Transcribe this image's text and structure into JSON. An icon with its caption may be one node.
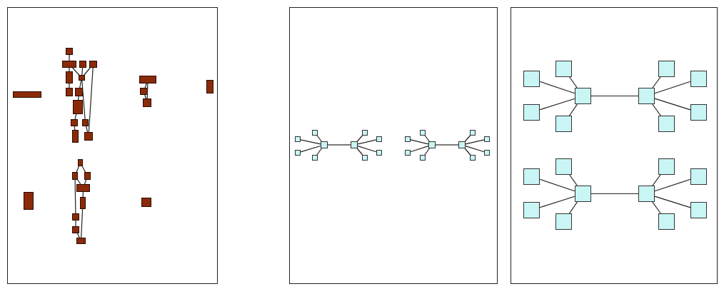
{
  "diagram": {
    "nodes": [
      {
        "text": [],
        "shape": "box"
      },
      {
        "text": [],
        "shape": "box",
        "in": 0
      },
      {
        "text": [],
        "shape": "box",
        "in": 0
      },
      {
        "text": [],
        "shape": "box",
        "in": 0
      },
      {
        "text": [],
        "shape": "box",
        "in": 0
      },
      {
        "text": [],
        "shape": "box",
        "in": 0
      },
      {
        "text": [],
        "shape": "box",
        "in": 0
      },
      {
        "text": [],
        "shape": "box",
        "in": 0
      },
      {
        "text": [],
        "shape": "box",
        "in": 0
      },
      {
        "text": [],
        "shape": "box",
        "in": 0
      },
      {
        "text": [],
        "shape": "box",
        "in": 0
      },
      {
        "text": [],
        "shape": "box",
        "in": 0
      },
      {
        "text": [],
        "shape": "box",
        "in": 0
      },
      {
        "text": [],
        "shape": "box",
        "in": 0
      },
      {
        "text": [],
        "shape": "box",
        "in": 0
      },
      {
        "text": [],
        "shape": "box",
        "in": 0
      },
      {
        "text": [],
        "shape": "box",
        "in": 0
      },
      {
        "text": [],
        "shape": "box",
        "in": 0
      },
      {
        "text": [],
        "shape": "box",
        "in": 0
      },
      {
        "text": [],
        "shape": "box",
        "in": 0
      },
      {
        "text": [],
        "shape": "box",
        "in": 0
      },
      {
        "text": [],
        "shape": "box",
        "in": 0
      },
      {
        "text": [],
        "shape": "box",
        "in": 0
      },
      {
        "text": [],
        "shape": "box",
        "in": 0
      },
      {
        "text": [],
        "shape": "box",
        "in": 0
      },
      {
        "text": [],
        "shape": "box",
        "in": 0
      },
      {
        "text": [],
        "shape": "box",
        "in": 0
      },
      {
        "text": [],
        "shape": "box",
        "in": 0
      },
      {
        "text": [],
        "shape": "box",
        "in": 0
      },
      {
        "text": [],
        "shape": "box"
      },
      {
        "text": [],
        "shape": "box",
        "in": 29
      },
      {
        "text": [],
        "shape": "box",
        "in": 29
      },
      {
        "text": [],
        "shape": "box",
        "in": 29
      },
      {
        "text": [],
        "shape": "box",
        "in": 29
      },
      {
        "text": [],
        "shape": "box",
        "in": 29
      },
      {
        "text": [],
        "shape": "box",
        "in": 29
      },
      {
        "text": [],
        "shape": "box",
        "in": 29
      },
      {
        "text": [],
        "shape": "box",
        "in": 29
      },
      {
        "text": [],
        "shape": "box",
        "in": 29
      },
      {
        "text": [],
        "shape": "box",
        "in": 29
      },
      {
        "text": [],
        "shape": "box",
        "in": 29
      },
      {
        "text": [],
        "shape": "box",
        "in": 29
      },
      {
        "text": [],
        "shape": "box",
        "in": 29
      },
      {
        "text": [],
        "shape": "box",
        "in": 29
      },
      {
        "text": [],
        "shape": "box",
        "in": 29
      },
      {
        "text": [],
        "shape": "box",
        "in": 29
      },
      {
        "text": [],
        "shape": "box",
        "in": 29
      },
      {
        "text": [],
        "shape": "box",
        "in": 29
      },
      {
        "text": [],
        "shape": "box",
        "in": 29
      },
      {
        "text": [],
        "shape": "box",
        "in": 29
      },
      {
        "text": [],
        "shape": "box"
      },
      {
        "text": [],
        "shape": "box",
        "in": 50
      },
      {
        "text": [],
        "shape": "box",
        "in": 50
      },
      {
        "text": [],
        "shape": "box",
        "in": 50
      },
      {
        "text": [],
        "shape": "box",
        "in": 50
      },
      {
        "text": [],
        "shape": "box",
        "in": 50
      },
      {
        "text": [],
        "shape": "box",
        "in": 50
      },
      {
        "text": [],
        "shape": "box",
        "in": 50
      },
      {
        "text": [],
        "shape": "box",
        "in": 50
      },
      {
        "text": [],
        "shape": "box",
        "in": 50
      },
      {
        "text": [],
        "shape": "box",
        "in": 50
      },
      {
        "text": [],
        "shape": "box",
        "in": 50
      },
      {
        "text": [],
        "shape": "box",
        "in": 50
      },
      {
        "text": [],
        "shape": "box",
        "in": 50
      },
      {
        "text": [],
        "shape": "box",
        "in": 50
      },
      {
        "text": [],
        "shape": "box",
        "in": 50
      },
      {
        "text": [],
        "shape": "box",
        "in": 50
      },
      {
        "text": [],
        "shape": "box",
        "in": 50
      },
      {
        "text": [],
        "shape": "box",
        "in": 50
      },
      {
        "text": [],
        "shape": "box",
        "in": 50
      },
      {
        "text": [],
        "shape": "box",
        "in": 50
      }
    ],
    "edges": [
      {
        "from": 1,
        "to": 2,
        "arrow": "none"
      },
      {
        "from": 2,
        "to": 7,
        "arrow": "none"
      },
      {
        "from": 7,
        "to": 9,
        "arrow": "none"
      },
      {
        "from": 2,
        "to": 6,
        "arrow": "none"
      },
      {
        "from": 3,
        "to": 6,
        "arrow": "none"
      },
      {
        "from": 4,
        "to": 6,
        "arrow": "none"
      },
      {
        "from": 6,
        "to": 10,
        "arrow": "none"
      },
      {
        "from": 10,
        "to": 14,
        "arrow": "none"
      },
      {
        "from": 14,
        "to": 15,
        "arrow": "none"
      },
      {
        "from": 15,
        "to": 17,
        "arrow": "none"
      },
      {
        "from": 6,
        "to": 16,
        "arrow": "none"
      },
      {
        "from": 16,
        "to": 18,
        "arrow": "none"
      },
      {
        "from": 4,
        "to": 18,
        "arrow": "none"
      },
      {
        "from": 5,
        "to": 11,
        "arrow": "none"
      },
      {
        "from": 5,
        "to": 13,
        "arrow": "none"
      },
      {
        "from": 11,
        "to": 13,
        "arrow": "none"
      },
      {
        "from": 19,
        "to": 20,
        "arrow": "none"
      },
      {
        "from": 19,
        "to": 21,
        "arrow": "none"
      },
      {
        "from": 20,
        "to": 22,
        "arrow": "none"
      },
      {
        "from": 21,
        "to": 22,
        "arrow": "none"
      },
      {
        "from": 22,
        "to": 25,
        "arrow": "none"
      },
      {
        "from": 20,
        "to": 26,
        "arrow": "none"
      },
      {
        "from": 25,
        "to": 28,
        "arrow": "none"
      },
      {
        "from": 26,
        "to": 27,
        "arrow": "none"
      },
      {
        "from": 27,
        "to": 28,
        "arrow": "none"
      },
      {
        "from": 31,
        "to": 30,
        "arrow": "none"
      },
      {
        "from": 32,
        "to": 30,
        "arrow": "none"
      },
      {
        "from": 33,
        "to": 30,
        "arrow": "none"
      },
      {
        "from": 34,
        "to": 30,
        "arrow": "none"
      },
      {
        "from": 30,
        "to": 35,
        "arrow": "none"
      },
      {
        "from": 35,
        "to": 36,
        "arrow": "none"
      },
      {
        "from": 35,
        "to": 37,
        "arrow": "none"
      },
      {
        "from": 35,
        "to": 38,
        "arrow": "none"
      },
      {
        "from": 35,
        "to": 39,
        "arrow": "none"
      },
      {
        "from": 41,
        "to": 40,
        "arrow": "none"
      },
      {
        "from": 42,
        "to": 40,
        "arrow": "none"
      },
      {
        "from": 43,
        "to": 40,
        "arrow": "none"
      },
      {
        "from": 44,
        "to": 40,
        "arrow": "none"
      },
      {
        "from": 40,
        "to": 45,
        "arrow": "none"
      },
      {
        "from": 45,
        "to": 46,
        "arrow": "none"
      },
      {
        "from": 45,
        "to": 47,
        "arrow": "none"
      },
      {
        "from": 45,
        "to": 48,
        "arrow": "none"
      },
      {
        "from": 45,
        "to": 49,
        "arrow": "none"
      },
      {
        "from": 52,
        "to": 51,
        "arrow": "none"
      },
      {
        "from": 53,
        "to": 51,
        "arrow": "none"
      },
      {
        "from": 54,
        "to": 51,
        "arrow": "none"
      },
      {
        "from": 55,
        "to": 51,
        "arrow": "none"
      },
      {
        "from": 51,
        "to": 56,
        "arrow": "none"
      },
      {
        "from": 56,
        "to": 57,
        "arrow": "none"
      },
      {
        "from": 56,
        "to": 58,
        "arrow": "none"
      },
      {
        "from": 56,
        "to": 59,
        "arrow": "none"
      },
      {
        "from": 56,
        "to": 60,
        "arrow": "none"
      },
      {
        "from": 62,
        "to": 61,
        "arrow": "none"
      },
      {
        "from": 63,
        "to": 61,
        "arrow": "none"
      },
      {
        "from": 64,
        "to": 61,
        "arrow": "none"
      },
      {
        "from": 65,
        "to": 61,
        "arrow": "none"
      },
      {
        "from": 61,
        "to": 66,
        "arrow": "none"
      },
      {
        "from": 66,
        "to": 67,
        "arrow": "none"
      },
      {
        "from": 66,
        "to": 68,
        "arrow": "none"
      },
      {
        "from": 66,
        "to": 69,
        "arrow": "none"
      },
      {
        "from": 66,
        "to": 70,
        "arrow": "none"
      }
    ]
  }
}
